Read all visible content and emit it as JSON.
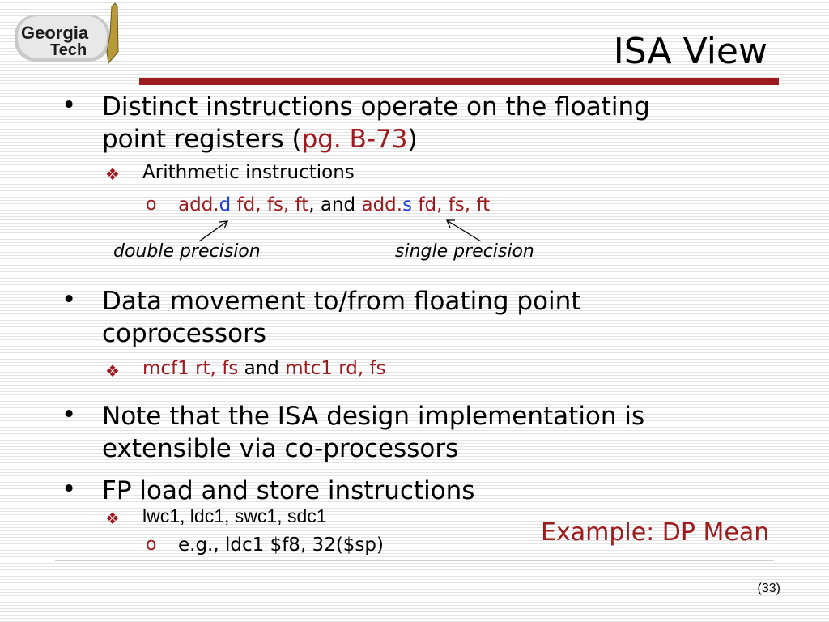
{
  "logo": {
    "line1": "Georgia",
    "line2": "Tech"
  },
  "title": "ISA View",
  "bullets": [
    {
      "line1": "Distinct instructions operate on the floating",
      "line2_pre": "point registers (",
      "line2_ref": "pg. B-73",
      "line2_post": ")",
      "sub": {
        "label": "Arithmetic instructions",
        "item": {
          "a1": "add.",
          "a2": "d",
          "a3": " fd, fs, ft",
          "mid": ", and ",
          "b1": "add.",
          "b2": "s",
          "b3": " fd, fs, ft"
        }
      },
      "annotations": {
        "left": "double precision",
        "right": "single precision"
      }
    },
    {
      "line1": "Data movement to/from floating point",
      "line2": "coprocessors",
      "sub": {
        "a": "mcf1 rt, fs",
        "mid": " and ",
        "b": "mtc1 rd, fs"
      }
    },
    {
      "line1": "Note that the ISA design implementation is",
      "line2": "extensible via co-processors"
    },
    {
      "line1": "FP load and store instructions",
      "sub": {
        "label": "lwc1, ldc1, swc1, sdc1",
        "item": "e.g., ldc1 $f8, 32($sp)"
      }
    }
  ],
  "example_label": "Example: DP Mean",
  "page_number": "(33)",
  "colors": {
    "accent": "#9b1b1e",
    "blue": "#1f3fd6"
  },
  "icons": {
    "bullet": "dot",
    "sub_bullet": "diamond-bullet-icon",
    "subsub_bullet": "o"
  }
}
